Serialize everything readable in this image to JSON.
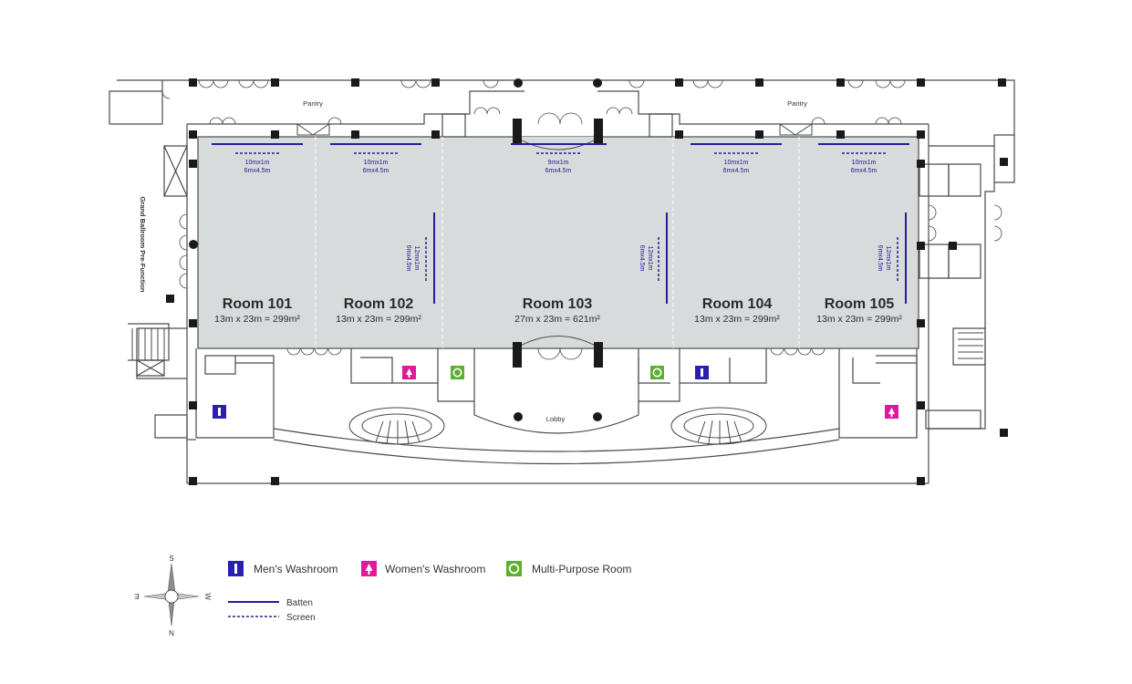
{
  "colors": {
    "room_fill": "#d8dbdc",
    "wall": "#4a4a4a",
    "column": "#1a1a1a",
    "batten": "#241f9a",
    "mens": "#2b1fb0",
    "womens": "#e0189a",
    "multi_purpose": "#5cb02e"
  },
  "rooms": [
    {
      "name": "Room 101",
      "size": "13m x 23m = 299m²"
    },
    {
      "name": "Room 102",
      "size": "13m x 23m = 299m²"
    },
    {
      "name": "Room 103",
      "size": "27m x 23m = 621m²"
    },
    {
      "name": "Room 104",
      "size": "13m x 23m = 299m²"
    },
    {
      "name": "Room 105",
      "size": "13m x 23m = 299m²"
    }
  ],
  "top_screens": [
    {
      "batten": "10mx1m",
      "screen": "6mx4.5m"
    },
    {
      "batten": "10mx1m",
      "screen": "6mx4.5m"
    },
    {
      "batten": "9mx1m",
      "screen": "6mx4.5m"
    },
    {
      "batten": "10mx1m",
      "screen": "6mx4.5m"
    },
    {
      "batten": "10mx1m",
      "screen": "6mx4.5m"
    }
  ],
  "side_screens": [
    {
      "batten": "12mx1m",
      "screen": "6mx4.5m"
    },
    {
      "batten": "12mx1m",
      "screen": "6mx4.5m"
    },
    {
      "batten": "12mx1m",
      "screen": "6mx4.5m"
    }
  ],
  "labels": {
    "pantry_left": "Pantry",
    "pantry_right": "Pantry",
    "lobby": "Lobby",
    "prefunction": "Grand Ballroom Pre-Function"
  },
  "legend": {
    "mens": "Men's Washroom",
    "womens": "Women's Washroom",
    "multi_purpose": "Multi-Purpose Room",
    "batten": "Batten",
    "screen": "Screen"
  },
  "compass": {
    "north": "N",
    "south": "S",
    "east": "E",
    "west": "W"
  }
}
